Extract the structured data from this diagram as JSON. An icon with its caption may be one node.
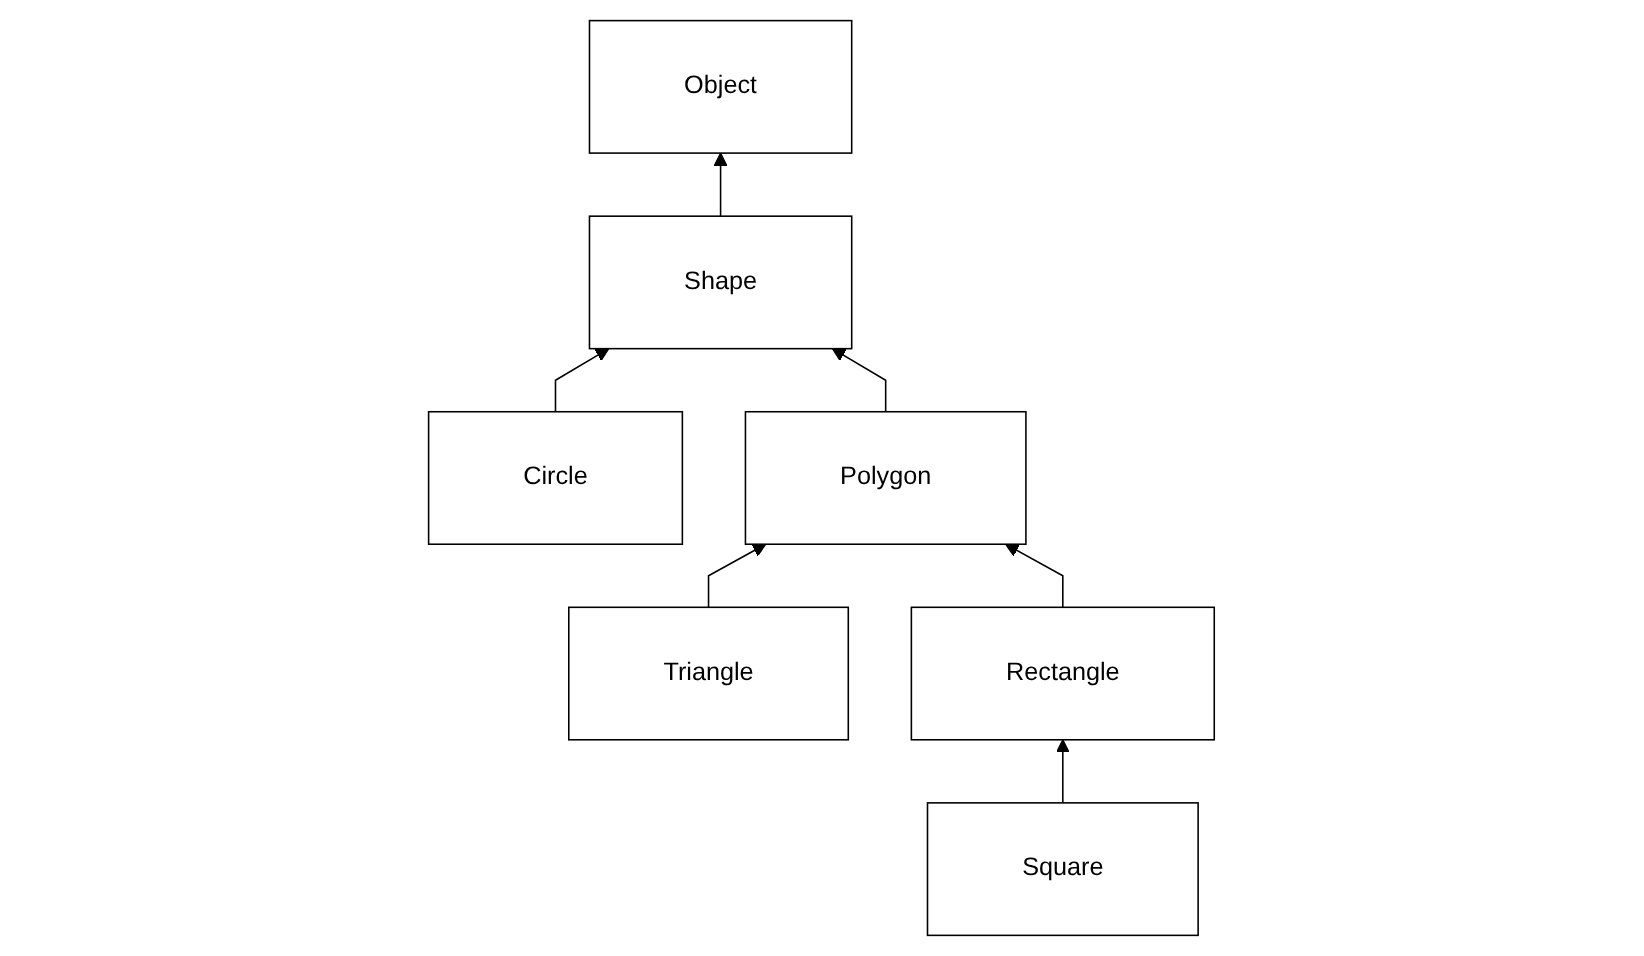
{
  "diagram": {
    "nodes": [
      {
        "text": [
          "Object"
        ]
      },
      {
        "text": [
          "Shape"
        ]
      },
      {
        "text": [
          "Circle"
        ]
      },
      {
        "text": [
          "Polygon"
        ]
      },
      {
        "text": [
          "Triangle"
        ]
      },
      {
        "text": [
          "Rectangle"
        ]
      },
      {
        "text": [
          "Square"
        ]
      }
    ],
    "edges": [
      {
        "from": 1,
        "to": 0,
        "arrow": "to"
      },
      {
        "from": 2,
        "to": 1,
        "arrow": "to"
      },
      {
        "from": 3,
        "to": 1,
        "arrow": "to"
      },
      {
        "from": 4,
        "to": 3,
        "arrow": "to"
      },
      {
        "from": 5,
        "to": 3,
        "arrow": "to"
      },
      {
        "from": 6,
        "to": 5,
        "arrow": "to"
      }
    ]
  }
}
